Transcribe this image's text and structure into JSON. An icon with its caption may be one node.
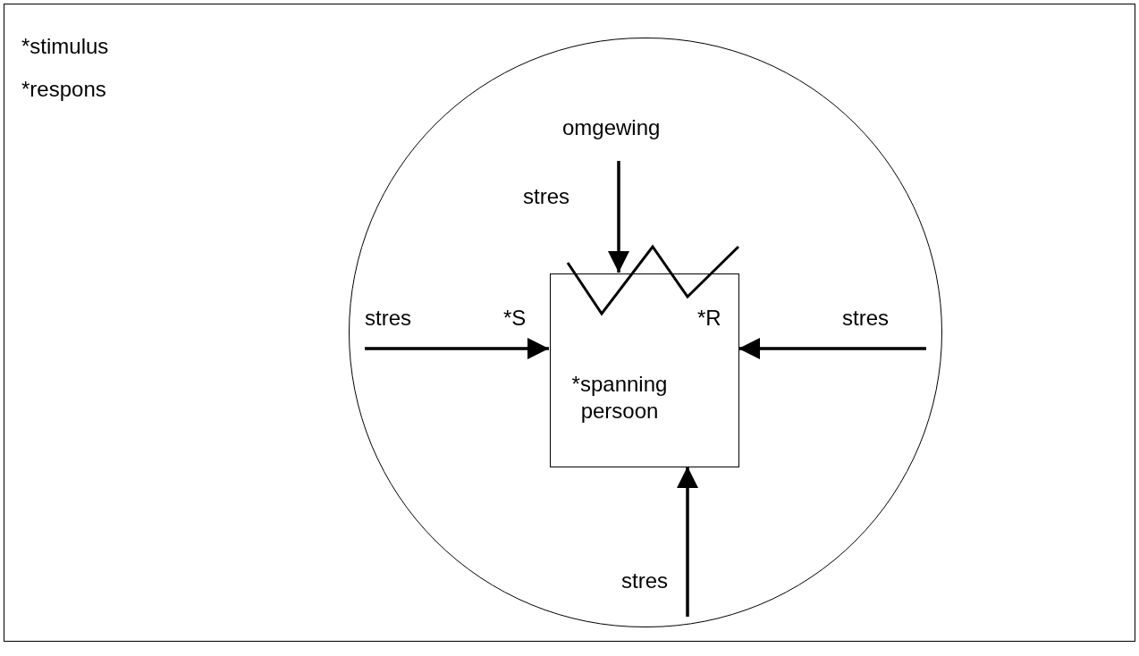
{
  "diagram": {
    "nodes": [
      {
        "text": [
          "omgewing"
        ]
      },
      {
        "text": [
          "*spanning persoon"
        ],
        "in": 0
      }
    ],
    "edges": [
      {
        "from": null,
        "to": 1,
        "arrow": "to",
        "label": "stres"
      },
      {
        "from": null,
        "to": 1,
        "arrow": "to",
        "label": "stres"
      },
      {
        "from": null,
        "to": 1,
        "arrow": "to",
        "label": "stres"
      },
      {
        "from": null,
        "to": 1,
        "arrow": "to",
        "label": "stres"
      }
    ],
    "labels": [
      "*stimulus",
      "*respons",
      "*S",
      "*R"
    ]
  }
}
